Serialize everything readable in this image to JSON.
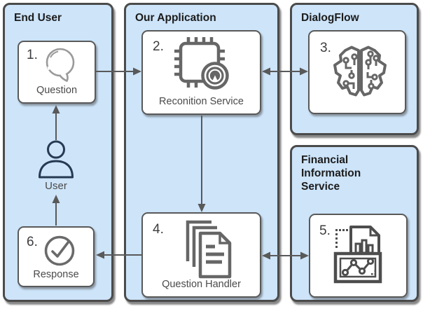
{
  "diagram": {
    "containers": [
      {
        "id": "end-user",
        "title": "End User"
      },
      {
        "id": "our-application",
        "title": "Our Application"
      },
      {
        "id": "dialogflow",
        "title": "DialogFlow"
      },
      {
        "id": "financial-information-service",
        "title": "Financial Information Service"
      }
    ],
    "nodes": [
      {
        "id": "question",
        "number": "1.",
        "label": "Question",
        "icon": "speech-bubble-icon"
      },
      {
        "id": "recognition-service",
        "number": "2.",
        "label": "Reconition Service",
        "icon": "chip-icon"
      },
      {
        "id": "dialogflow-engine",
        "number": "3.",
        "label": "",
        "icon": "brain-circuit-icon"
      },
      {
        "id": "question-handler",
        "number": "4.",
        "label": "Question Handler",
        "icon": "documents-icon"
      },
      {
        "id": "financial-data",
        "number": "5.",
        "label": "",
        "icon": "financial-report-icon"
      },
      {
        "id": "response",
        "number": "6.",
        "label": "Response",
        "icon": "check-circle-icon"
      }
    ],
    "actor": {
      "id": "user",
      "label": "User",
      "icon": "user-icon"
    },
    "connections": [
      {
        "from": "user",
        "to": "question",
        "type": "arrow"
      },
      {
        "from": "question",
        "to": "recognition-service",
        "type": "arrow"
      },
      {
        "from": "recognition-service",
        "to": "dialogflow-engine",
        "type": "double-arrow"
      },
      {
        "from": "recognition-service",
        "to": "question-handler",
        "type": "arrow"
      },
      {
        "from": "question-handler",
        "to": "financial-data",
        "type": "double-arrow"
      },
      {
        "from": "question-handler",
        "to": "response",
        "type": "arrow"
      },
      {
        "from": "response",
        "to": "user",
        "type": "arrow"
      }
    ],
    "colors": {
      "container_fill": "#cde4f9",
      "container_border": "#4b4b4b",
      "node_fill": "#ffffff",
      "node_border": "#595959",
      "arrow": "#595959",
      "title_text": "#1c1c1c",
      "label_text": "#4a4a4a",
      "icon_gray": "#666666",
      "bubble_gray": "#9a9a9a",
      "user_icon": "#263a52"
    }
  }
}
